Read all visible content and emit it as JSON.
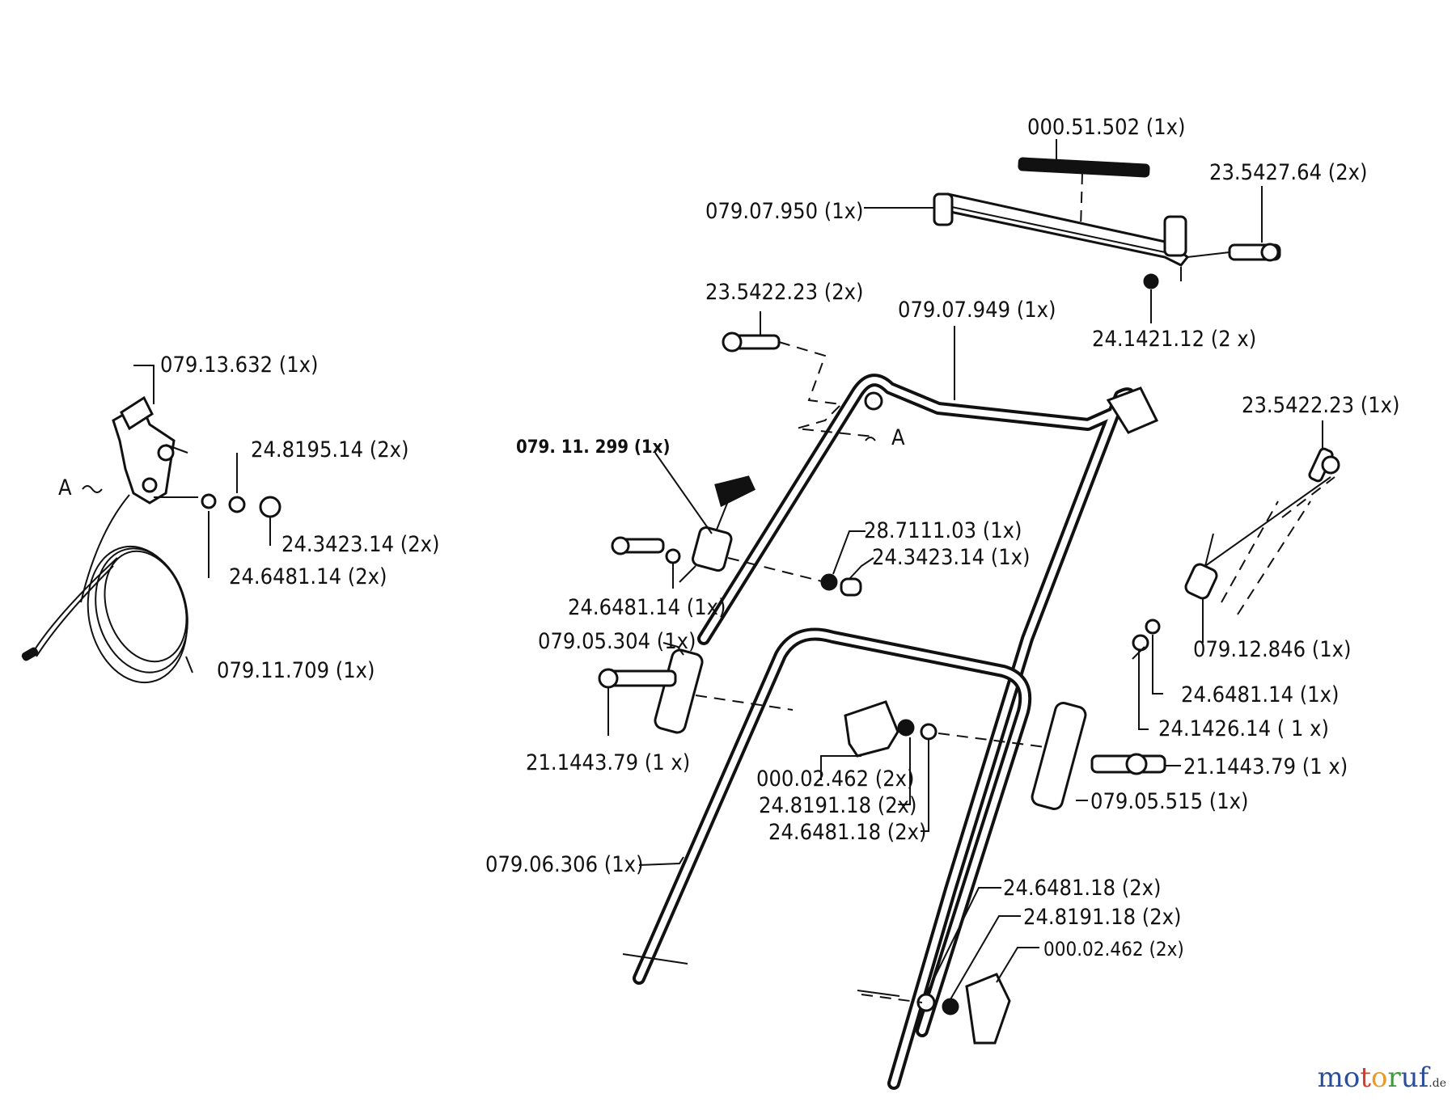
{
  "labels": {
    "p_000_51_502": "000.51.502 (1x)",
    "p_23_5427_64": "23.5427.64 (2x)",
    "p_079_07_950": "079.07.950 (1x)",
    "p_23_5422_23_top": "23.5422.23  (2x)",
    "p_079_07_949": "079.07.949 (1x)",
    "p_24_1421_12": "24.1421.12 (2 x)",
    "p_079_13_632": "079.13.632 (1x)",
    "p_24_8195_14": "24.8195.14  (2x)",
    "p_24_3423_14_left": "24.3423.14  (2x)",
    "p_24_6481_14_left": "24.6481.14  (2x)",
    "p_079_11_709": "079.11.709  (1x)",
    "p_079_11_299": "079. 11. 299  (1x)",
    "p_28_7111_03": "28.7111.03  (1x)",
    "p_24_3423_14_mid": "24.3423.14  (1x)",
    "p_24_6481_14_mid": "24.6481.14  (1x)",
    "p_079_05_304": "079.05.304  (1x)",
    "p_21_1443_79_left": "21.1443.79  (1 x)",
    "p_23_5422_23_right": "23.5422.23 (1x)",
    "p_079_12_846": "079.12.846  (1x)",
    "p_24_6481_14_right": "24.6481.14  (1x)",
    "p_24_1426_14": "24.1426.14  ( 1 x)",
    "p_000_02_462_mid": "000.02.462  (2x)",
    "p_24_8191_18_mid": "24.8191.18  (2x)",
    "p_24_6481_18_mid": "24.6481.18  (2x)",
    "p_21_1443_79_right": "21.1443.79  (1 x)",
    "p_079_05_515": "079.05.515  (1x)",
    "p_079_06_306": "079.06.306  (1x)",
    "p_24_6481_18_low": "24.6481.18  (2x)",
    "p_24_8191_18_low": "24.8191.18  (2x)",
    "p_000_02_462_low": "000.02.462  (2x)",
    "ref_A_left": "A",
    "ref_A_mid": "A"
  },
  "logo": {
    "main": "motoruf",
    "suffix": ".de"
  },
  "colors": {
    "line": "#111111",
    "background": "#ffffff",
    "logo_blue": "#2a4e9a",
    "logo_red": "#d63a2a",
    "logo_orange": "#e89a2a",
    "logo_green": "#3d9a3d"
  }
}
